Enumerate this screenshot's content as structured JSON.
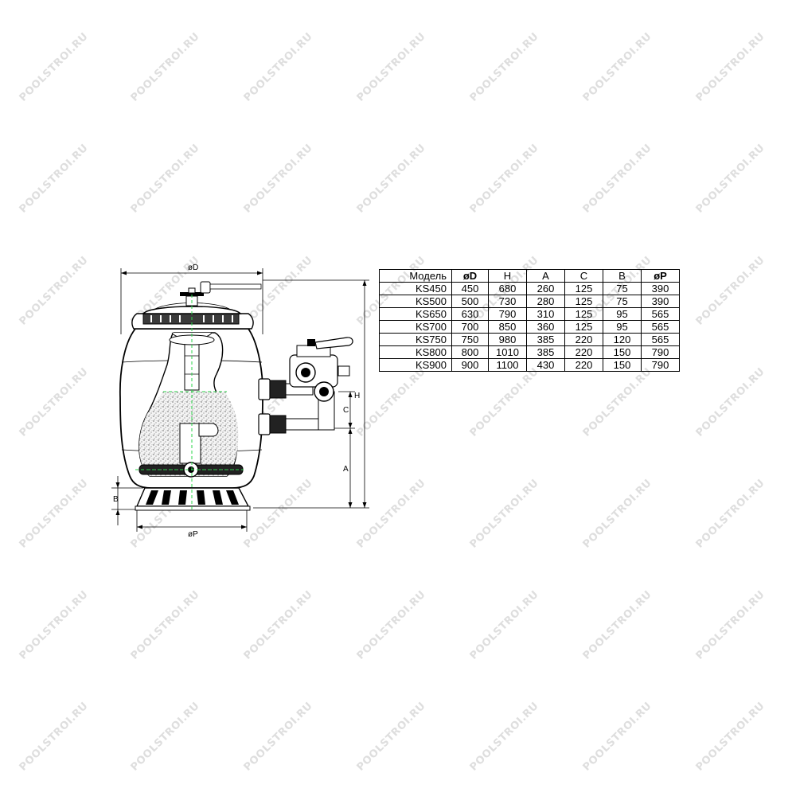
{
  "watermark": "POOLSTROI.RU",
  "diagram": {
    "dims": {
      "d": "øD",
      "p": "øP",
      "h": "H",
      "a": "A",
      "c": "C",
      "b": "B"
    }
  },
  "table": {
    "headers": [
      "Модель",
      "øD",
      "H",
      "A",
      "C",
      "B",
      "øP"
    ],
    "rows": [
      [
        "KS450",
        "450",
        "680",
        "260",
        "125",
        "75",
        "390"
      ],
      [
        "KS500",
        "500",
        "730",
        "280",
        "125",
        "75",
        "390"
      ],
      [
        "KS650",
        "630",
        "790",
        "310",
        "125",
        "95",
        "565"
      ],
      [
        "KS700",
        "700",
        "850",
        "360",
        "125",
        "95",
        "565"
      ],
      [
        "KS750",
        "750",
        "980",
        "385",
        "220",
        "120",
        "565"
      ],
      [
        "KS800",
        "800",
        "1010",
        "385",
        "220",
        "150",
        "790"
      ],
      [
        "KS900",
        "900",
        "1100",
        "430",
        "220",
        "150",
        "790"
      ]
    ]
  },
  "colors": {
    "line": "#000000",
    "guide": "#2bd44a",
    "sand": "#cfcfcf",
    "watermark": "#c3c3c3"
  }
}
